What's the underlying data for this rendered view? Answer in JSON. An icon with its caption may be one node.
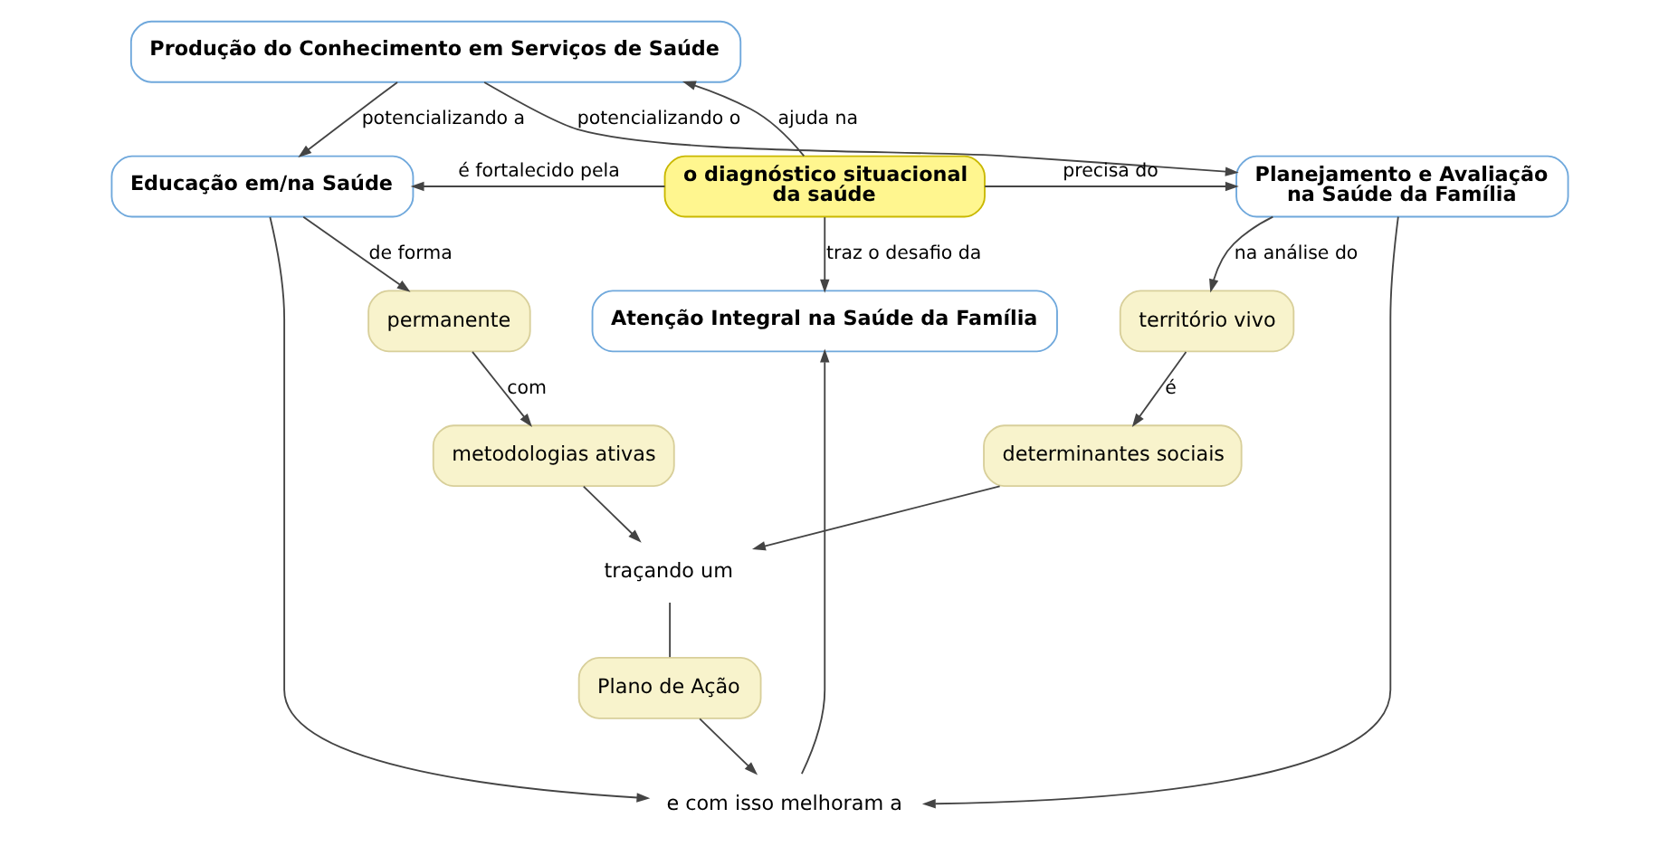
{
  "diagram": {
    "nodes": [
      {
        "text": [
          "Produção do Conhecimento em Serviços de Saúde"
        ]
      },
      {
        "text": [
          "Educação em/na Saúde"
        ]
      },
      {
        "text": [
          "o diagnóstico situacional da saúde"
        ]
      },
      {
        "text": [
          "Planejamento e Avaliação na Saúde da Família"
        ]
      },
      {
        "text": [
          "Atenção Integral na Saúde da Família"
        ]
      },
      {
        "text": [
          "permanente"
        ]
      },
      {
        "text": [
          "metodologias ativas"
        ]
      },
      {
        "text": [
          "território vivo"
        ]
      },
      {
        "text": [
          "determinantes sociais"
        ]
      },
      {
        "text": [
          "e com isso melhoram a"
        ]
      },
      {
        "text": [
          "Plano de Ação"
        ]
      },
      {
        "text": [
          "traçando um"
        ]
      }
    ],
    "edges": [
      {
        "from": 2,
        "to": 0,
        "arrow": "to",
        "label": "ajuda na"
      },
      {
        "from": 0,
        "to": 1,
        "arrow": "to",
        "label": "potencializando a"
      },
      {
        "from": 0,
        "to": 3,
        "arrow": "to",
        "label": "potencializando o"
      },
      {
        "from": 2,
        "to": 1,
        "arrow": "to",
        "label": "é fortalecido pela"
      },
      {
        "from": 2,
        "to": 3,
        "arrow": "to",
        "label": "precisa do"
      },
      {
        "from": 2,
        "to": 4,
        "arrow": "to",
        "label": "traz o desafio da"
      },
      {
        "from": 1,
        "to": 5,
        "arrow": "to",
        "label": "de forma"
      },
      {
        "from": 5,
        "to": 6,
        "arrow": "to",
        "label": "com"
      },
      {
        "from": 3,
        "to": 7,
        "arrow": "to",
        "label": "na análise do"
      },
      {
        "from": 7,
        "to": 8,
        "arrow": "to",
        "label": "é"
      },
      {
        "from": 1,
        "to": 9,
        "arrow": "to"
      },
      {
        "from": 3,
        "to": 9,
        "arrow": "to"
      },
      {
        "from": 9,
        "to": 4,
        "arrow": "to"
      },
      {
        "from": 6,
        "to": 11,
        "arrow": "to"
      },
      {
        "from": 8,
        "to": 11,
        "arrow": "to"
      },
      {
        "from": 11,
        "to": 10,
        "arrow": "none"
      },
      {
        "from": 10,
        "to": 9,
        "arrow": "to"
      }
    ]
  }
}
